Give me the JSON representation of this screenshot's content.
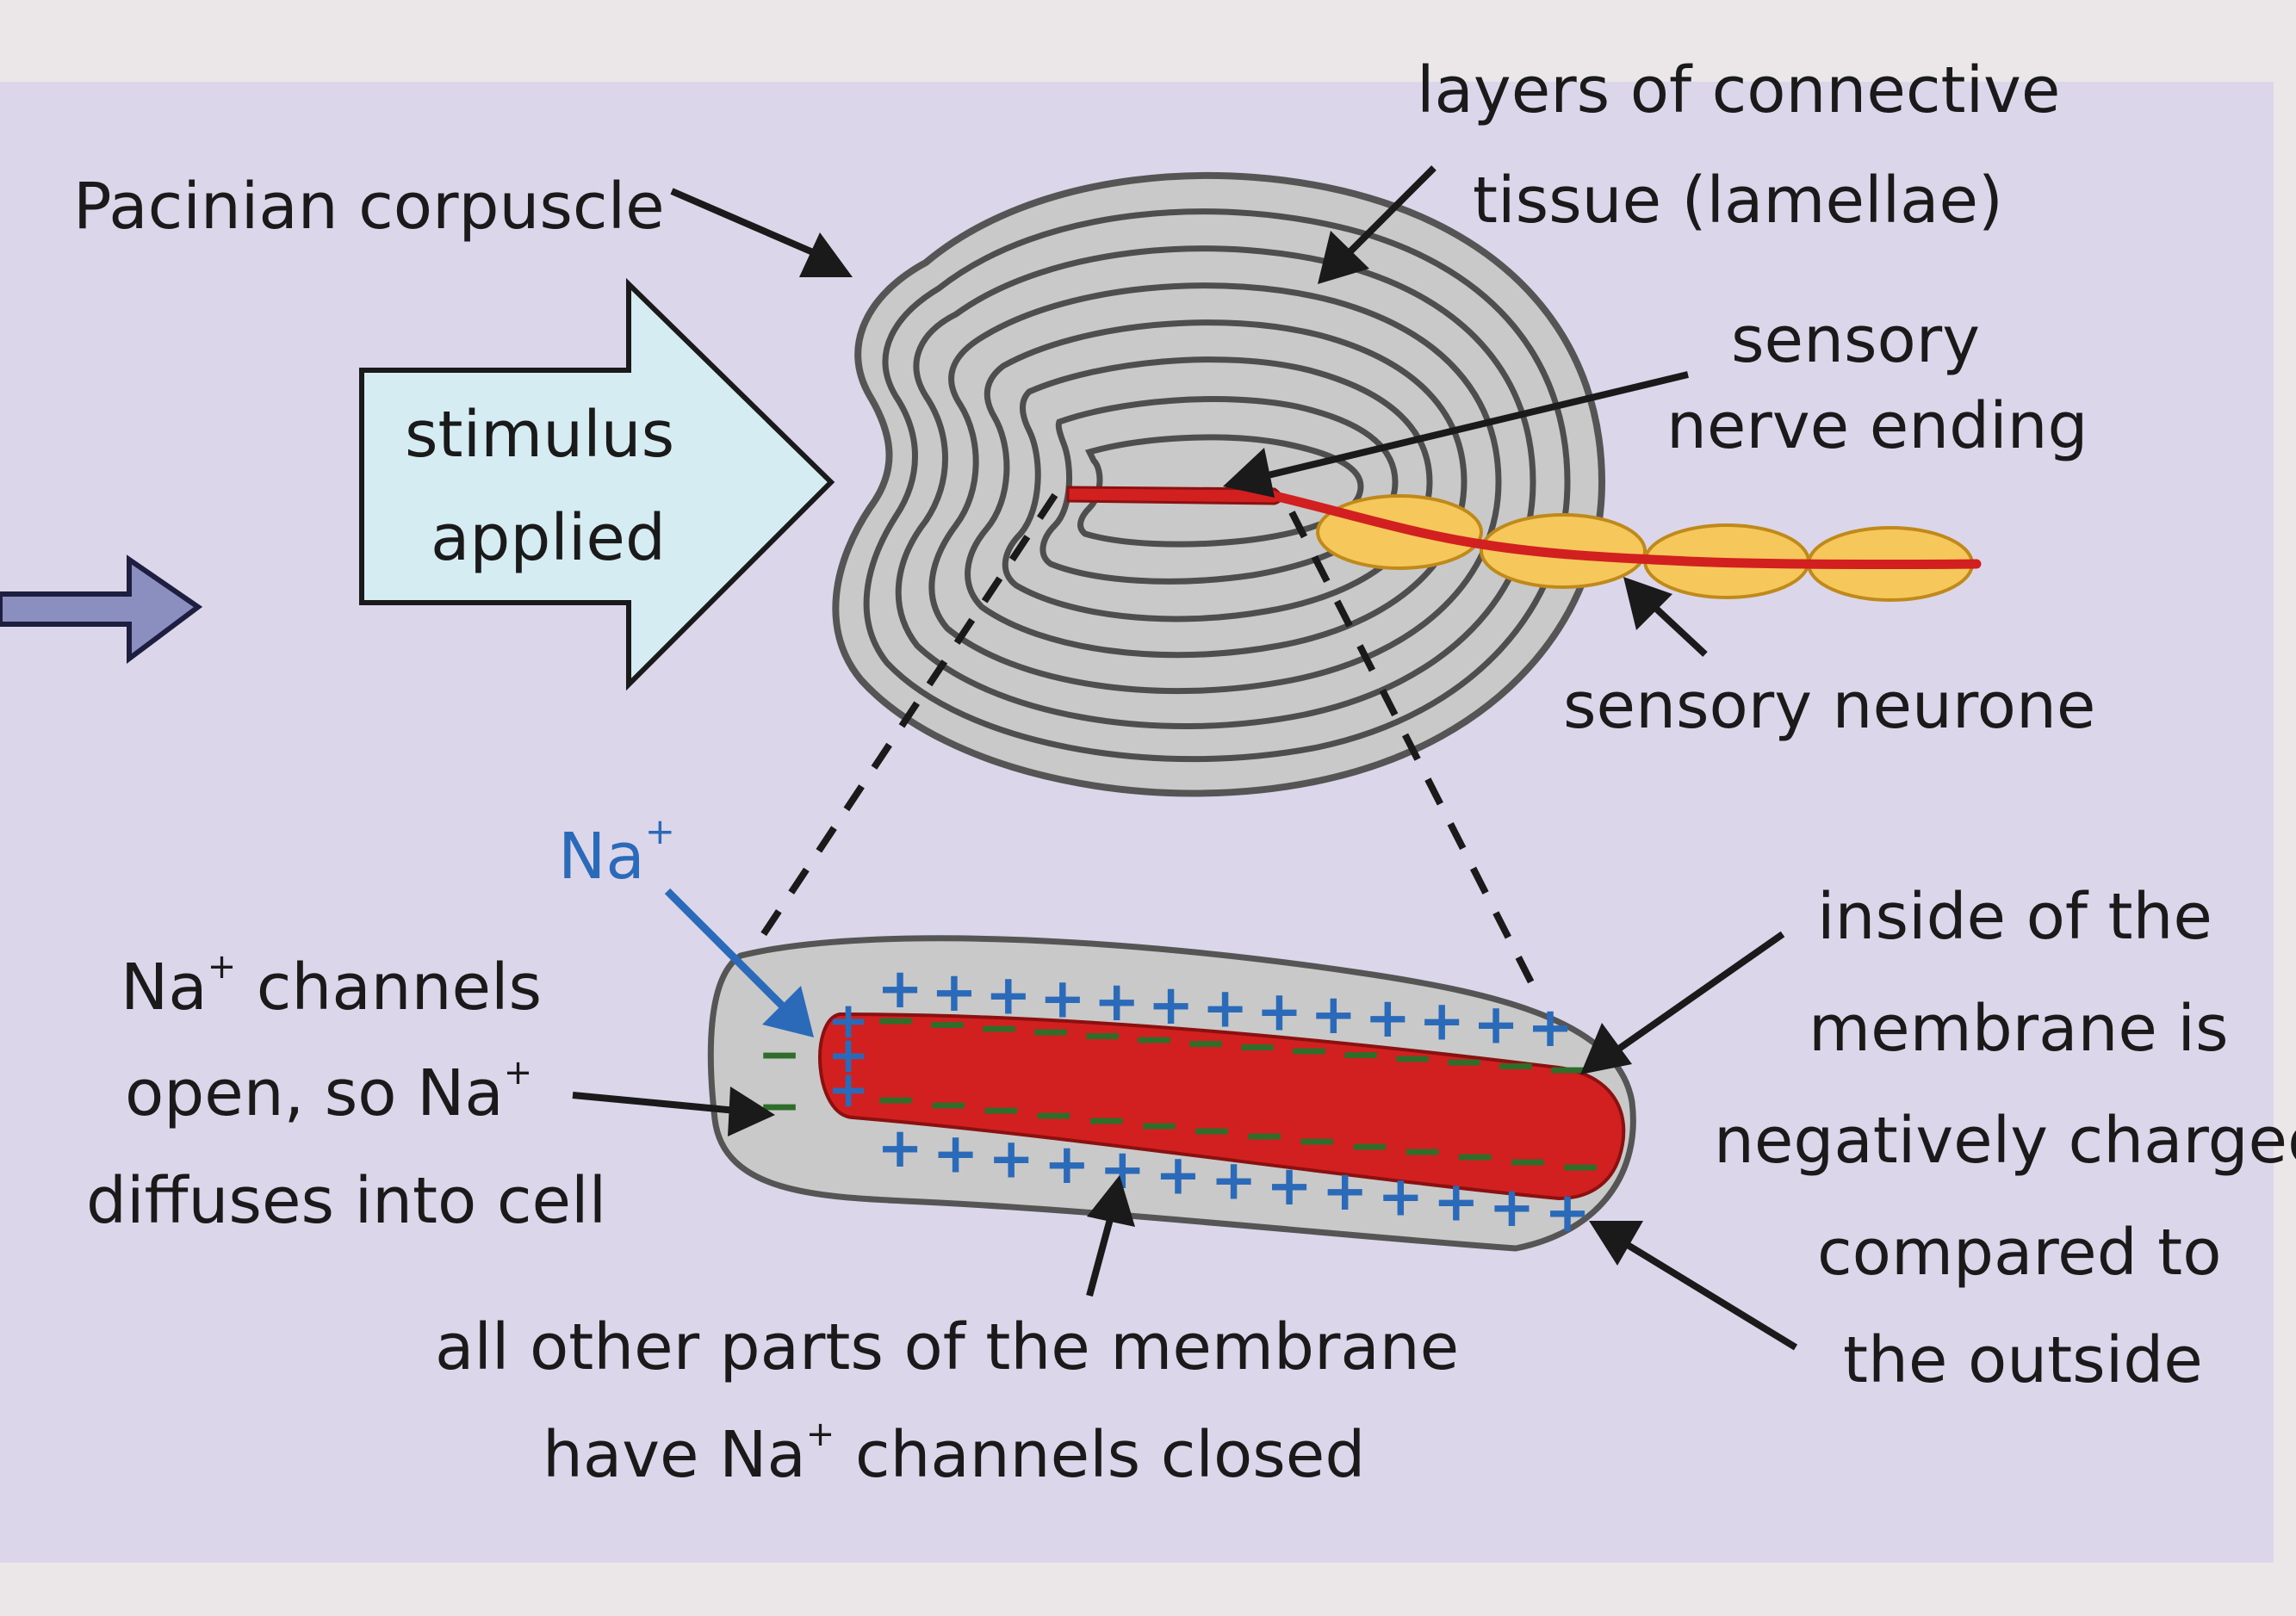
{
  "colors": {
    "panel": "#dcd6ea",
    "page_bg": "#ebe7e8",
    "corpuscle_fill": "#c9c9c9",
    "lamella_stroke": "#5f5f5f",
    "nerve_red": "#d22020",
    "myelin_yellow": "#f6c75a",
    "arrow_fill": "#d6ecf3",
    "plus_blue": "#2a6ab8",
    "minus_green": "#2f6d2b",
    "ion_blue": "#2a6ab8",
    "label_text": "#1a1a1a"
  },
  "labels": {
    "pacinian": "Pacinian corpuscle",
    "layers_line1": "layers of connective",
    "layers_line2": "tissue (lamellae)",
    "sensory_nerve_line1": "sensory",
    "sensory_nerve_line2": "nerve ending",
    "stimulus_line1": "stimulus",
    "stimulus_line2": "applied",
    "sensory_neurone": "sensory neurone",
    "na_ion": "Na",
    "na_ion_sup": "+",
    "channels_line1_a": "Na",
    "channels_line1_sup": "+",
    "channels_line1_b": " channels",
    "channels_line2_a": "open, so Na",
    "channels_line2_sup": "+",
    "channels_line3": "diffuses into cell",
    "inside_line1": "inside of the",
    "inside_line2": "membrane is",
    "inside_line3": "negatively charged",
    "inside_line4": "compared to",
    "inside_line5": "the outside",
    "other_line1": "all other parts of the membrane",
    "other_line2_a": "have Na",
    "other_line2_sup": "+",
    "other_line2_b": " channels closed"
  },
  "icons": {
    "plus": "+",
    "minus": "−"
  }
}
